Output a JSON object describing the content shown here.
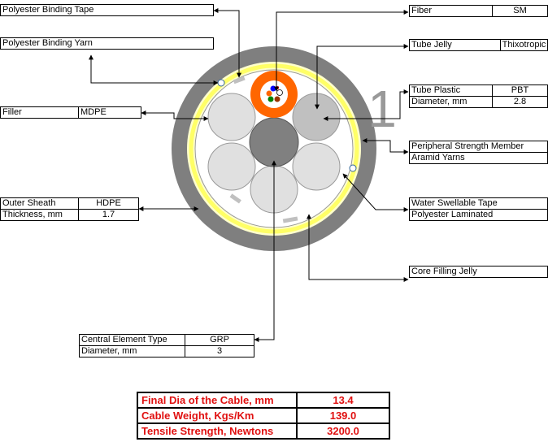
{
  "labels": {
    "binding_tape": "Polyester Binding Tape",
    "binding_yarn": "Polyester Binding Yarn",
    "filler": {
      "name": "Filler",
      "value": "MDPE"
    },
    "outer_sheath": {
      "name": "Outer Sheath",
      "value": "HDPE",
      "sub_name": "Thickness, mm",
      "sub_value": "1.7"
    },
    "fiber": {
      "name": "Fiber",
      "value": "SM"
    },
    "tube_jelly": {
      "name": "Tube Jelly",
      "value": "Thixotropic"
    },
    "tube_plastic": {
      "name": "Tube Plastic",
      "value": "PBT",
      "sub_name": "Diameter, mm",
      "sub_value": "2.8"
    },
    "peripheral": {
      "line1": "Peripheral Strength Member",
      "line2": "Aramid Yarns"
    },
    "water_tape": {
      "line1": "Water Swellable Tape",
      "line2": "Polyester Laminated"
    },
    "core_jelly": "Core Filling Jelly",
    "central": {
      "name": "Central Element Type",
      "value": "GRP",
      "sub_name": "Diameter, mm",
      "sub_value": "3"
    }
  },
  "big_number": "1",
  "summary": [
    {
      "label": "Final Dia of the Cable, mm",
      "value": "13.4"
    },
    {
      "label": "Cable Weight, Kgs/Km",
      "value": "139.0"
    },
    {
      "label": "Tensile Strength, Newtons",
      "value": "3200.0"
    }
  ],
  "colors": {
    "outer_sheath": "#7f7f7f",
    "aramid_layer": "#ffffcc",
    "tape": "#ffff99",
    "filler": "#e0e0e0",
    "tube": "#c0c0c0",
    "loose_tube": "#ff6600",
    "central": "#808080",
    "summary_text": "#e01010"
  }
}
